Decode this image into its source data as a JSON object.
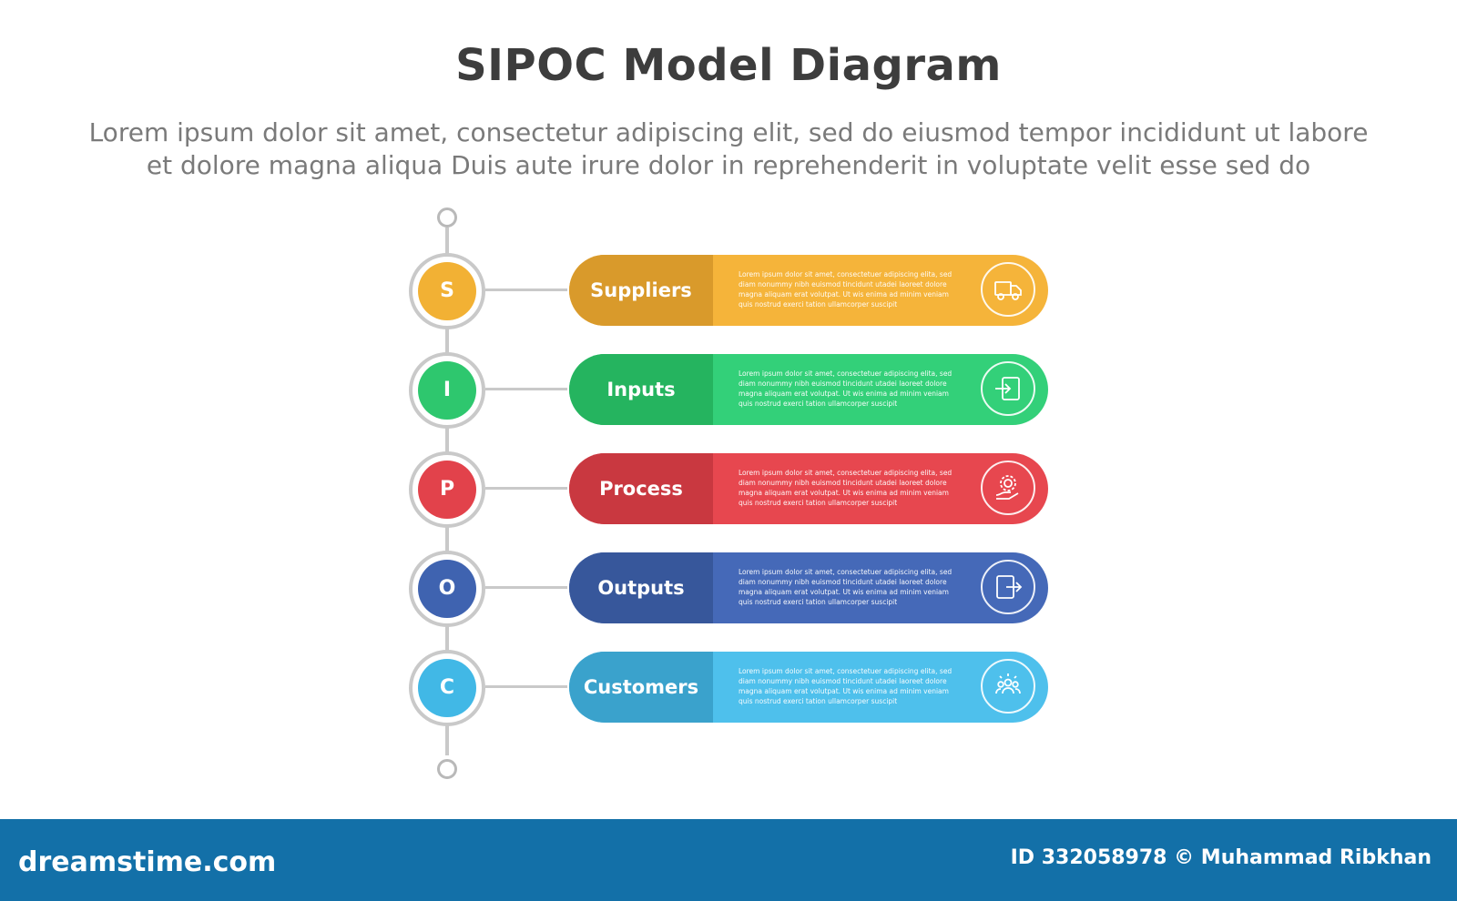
{
  "title": "SIPOC Model Diagram",
  "subtitle": {
    "line1": "Lorem ipsum dolor sit amet, consectetur adipiscing elit, sed do eiusmod tempor incididunt ut labore",
    "line2": "et dolore magna aliqua Duis aute irure dolor in reprehenderit in voluptate velit esse sed do"
  },
  "steps": [
    {
      "letter": "S",
      "label": "Suppliers",
      "icon": "delivery-truck-icon",
      "circle_color": "#f2b134",
      "label_color": "#d99a2b",
      "bar_color": "#f5b43a",
      "text": "Lorem ipsum dolor sit amet, consectetuer adipiscing elita, sed diam nonummy nibh euismod tincidunt utadei laoreet dolore magna aliquam erat volutpat. Ut wis enima ad minim veniam quis nostrud exerci tation ullamcorper suscipit"
    },
    {
      "letter": "I",
      "label": "Inputs",
      "icon": "sign-in-icon",
      "circle_color": "#2ec76e",
      "label_color": "#25b45f",
      "bar_color": "#33d079",
      "text": "Lorem ipsum dolor sit amet, consectetuer adipiscing elita, sed diam nonummy nibh euismod tincidunt utadei laoreet dolore magna aliquam erat volutpat. Ut wis enima ad minim veniam quis nostrud exerci tation ullamcorper suscipit"
    },
    {
      "letter": "P",
      "label": "Process",
      "icon": "gear-hand-icon",
      "circle_color": "#e2424b",
      "label_color": "#c93840",
      "bar_color": "#e7474f",
      "text": "Lorem ipsum dolor sit amet, consectetuer adipiscing elita, sed diam nonummy nibh euismod tincidunt utadei laoreet dolore magna aliquam erat volutpat. Ut wis enima ad minim veniam quis nostrud exerci tation ullamcorper suscipit"
    },
    {
      "letter": "O",
      "label": "Outputs",
      "icon": "sign-out-icon",
      "circle_color": "#3f63b0",
      "label_color": "#37579b",
      "bar_color": "#4569b8",
      "text": "Lorem ipsum dolor sit amet, consectetuer adipiscing elita, sed diam nonummy nibh euismod tincidunt utadei laoreet dolore magna aliquam erat volutpat. Ut wis enima ad minim veniam quis nostrud exerci tation ullamcorper suscipit"
    },
    {
      "letter": "C",
      "label": "Customers",
      "icon": "customers-group-icon",
      "circle_color": "#41b8e6",
      "label_color": "#3aa2cc",
      "bar_color": "#4ec0ec",
      "text": "Lorem ipsum dolor sit amet, consectetuer adipiscing elita, sed diam nonummy nibh euismod tincidunt utadei laoreet dolore magna aliquam erat volutpat. Ut wis enima ad minim veniam quis nostrud exerci tation ullamcorper suscipit"
    }
  ],
  "footer": {
    "logo": "dreamstime.com",
    "credit": "ID 332058978 © Muhammad Ribkhan",
    "background": "#1370a8"
  }
}
